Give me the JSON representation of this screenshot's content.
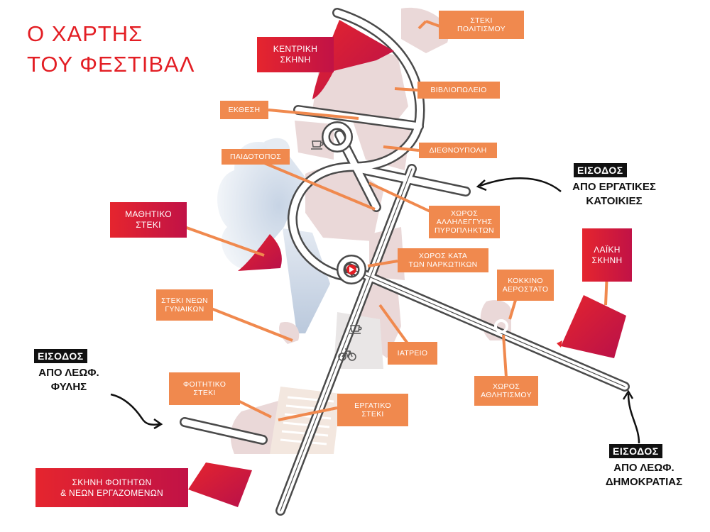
{
  "map": {
    "title_line1": "Ο ΧΑΡΤΗΣ",
    "title_line2": "ΤΟΥ ΦΕΣΤΙΒΑΛ",
    "colors": {
      "title": "#e31e24",
      "label_orange": "#f0894e",
      "stage_red": "#e5252e",
      "stage_crimson": "#c11246",
      "area_pink": "#ead8d8",
      "park_blue": "#c9d6e6",
      "entry_black": "#111111"
    },
    "labels": {
      "steki_politismou": "ΣΤΕΚΙ\nΠΟΛΙΤΙΣΜΟΥ",
      "vivliopoleio": "ΒΙΒΛΙΟΠΩΛΕΙΟ",
      "ekthesi": "ΕΚΘΕΣΗ",
      "diethnoupoli": "ΔΙΕΘΝΟΥΠΟΛΗ",
      "paidotopos": "ΠΑΙΔΟΤΟΠΟΣ",
      "xoros_allilegyis": "ΧΩΡΟΣ\nΑΛΛΗΛΕΓΓΥΗΣ\nΠΥΡΟΠΛΗΚΤΩΝ",
      "xoros_kata": "ΧΩΡΟΣ ΚΑΤΑ\nΤΩΝ ΝΑΡΚΩΤΙΚΩΝ",
      "kokkino_aerostato": "ΚΟΚΚΙΝΟ\nΑΕΡΟΣΤΑΤΟ",
      "steki_neon_gynaikon": "ΣΤΕΚΙ ΝΕΩΝ\nΓΥΝΑΙΚΩΝ",
      "iatreio": "ΙΑΤΡΕΙΟ",
      "xoros_athlitismou": "ΧΩΡΟΣ\nΑΘΛΗΤΙΣΜΟΥ",
      "foititiko_steki": "ΦΟΙΤΗΤΙΚΟ\nΣΤΕΚΙ",
      "ergatiko_steki": "ΕΡΓΑΤΙΚΟ\nΣΤΕΚΙ"
    },
    "stages": {
      "kentriki_skini": "ΚΕΝΤΡΙΚΗ\nΣΚΗΝΗ",
      "mathitiko_steki": "ΜΑΘΗΤΙΚΟ\nΣΤΕΚΙ",
      "laiki_skini": "ΛΑΪΚΗ\nΣΚΗΝΗ",
      "skini_foititon": "ΣΚΗΝΗ ΦΟΙΤΗΤΩΝ\n& ΝΕΩΝ ΕΡΓΑΖΟΜΕΝΩΝ"
    },
    "entries": {
      "tag": "ΕΙΣΟΔΟΣ",
      "ergatikes_katoikies": "ΑΠΟ ΕΡΓΑΤΙΚΕΣ\nΚΑΤΟΙΚΙΕΣ",
      "leof_fylis": "ΑΠΟ ΛΕΩΦ.\nΦΥΛΗΣ",
      "leof_dimokratias": "ΑΠΟ ΛΕΩΦ.\nΔΗΜΟΚΡΑΤΙΑΣ"
    },
    "icons": [
      "cafe-icon",
      "bicycle-icon",
      "play-icon"
    ]
  }
}
